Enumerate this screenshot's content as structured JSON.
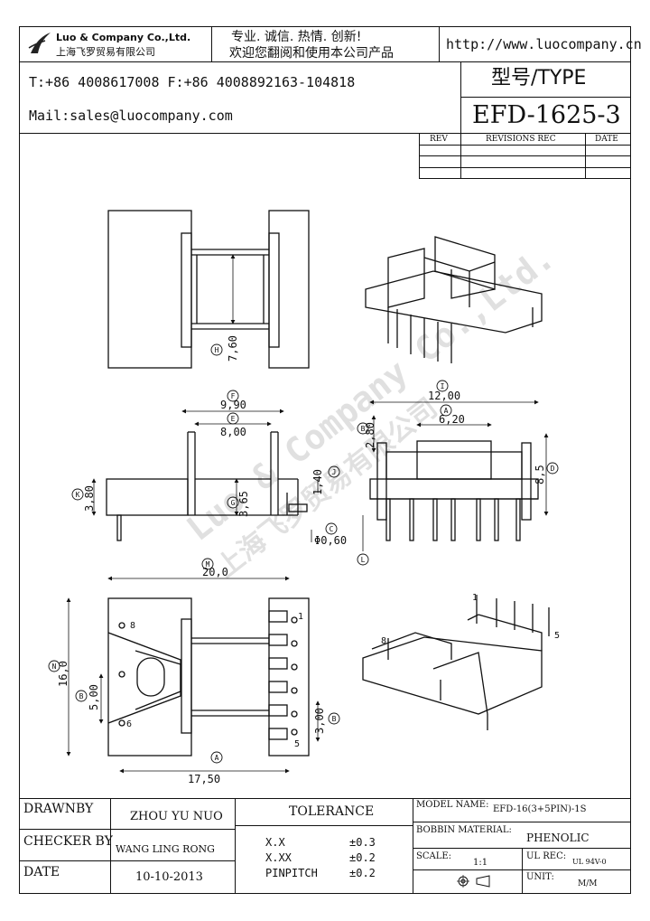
{
  "header": {
    "company_name": "Luo & Company Co.,Ltd.",
    "company_name_cn": "上海飞罗贸易有限公司",
    "slogan_line1": "专业. 诚信. 热情. 创新!",
    "slogan_line2": "欢迎您翻阅和使用本公司产品",
    "website": "http://www.luocompany.cn",
    "phone_fax": "T:+86 4008617008 F:+86 4008892163-104818",
    "email": "Mail:sales@luocompany.com",
    "type_label": "型号/TYPE",
    "model": "EFD-1625-3"
  },
  "revisions": {
    "col_rev": "REV",
    "col_revisions_rec": "REVISIONS REC",
    "col_date": "DATE"
  },
  "dimensions": {
    "H": "7,60",
    "F": "9,90",
    "E": "8,00",
    "K": "3,80",
    "G": "3,65",
    "J": "1,40",
    "C": "Φ0,60",
    "I": "12,00",
    "B_top": "2,80",
    "D_label": "8,5",
    "A_top": "6,20",
    "M": "20,0",
    "N": "16,0",
    "B_left": "5,00",
    "B_right": "3,00",
    "A_bottom": "17,50",
    "letter_H": "H",
    "letter_F": "F",
    "letter_E": "E",
    "letter_K": "K",
    "letter_G": "G",
    "letter_J": "J",
    "letter_C": "C",
    "letter_I": "I",
    "letter_B": "B",
    "letter_D": "D",
    "letter_A": "A",
    "letter_L": "L",
    "letter_M": "M",
    "letter_N": "N"
  },
  "pins": {
    "p1": "1",
    "p5": "5",
    "p6": "6",
    "p8": "8"
  },
  "watermark": {
    "text_en": "Luo & Company Co.,Ltd.",
    "text_cn": "上海飞罗贸易有限公司"
  },
  "footer": {
    "drawnby_label": "DRAWNBY",
    "drawnby_value": "ZHOU YU NUO",
    "checker_label": "CHECKER BY",
    "checker_value": "WANG LING RONG",
    "date_label": "DATE",
    "date_value": "10-10-2013",
    "tolerance_title": "TOLERANCE",
    "tol1_label": "X.X",
    "tol1_value": "±0.3",
    "tol2_label": "X.XX",
    "tol2_value": "±0.2",
    "tol3_label": "PINPITCH",
    "tol3_value": "±0.2",
    "model_name_label": "MODEL NAME:",
    "model_name_value": "EFD-16(3+5PIN)-1S",
    "bobbin_label": "BOBBIN MATERIAL:",
    "bobbin_value": "PHENOLIC",
    "scale_label": "SCALE:",
    "scale_value": "1:1",
    "ulrec_label": "UL REC:",
    "ulrec_value": "UL 94V-0",
    "unit_label": "UNIT:",
    "unit_value": "M/M"
  }
}
